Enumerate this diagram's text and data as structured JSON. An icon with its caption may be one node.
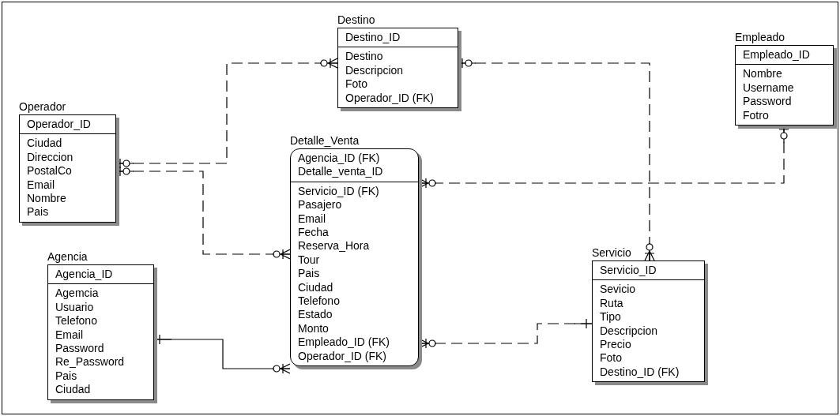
{
  "diagram": {
    "nodes": [
      {
        "text": [
          "Destino",
          "Destino_ID",
          "Destino",
          "Descripcion",
          "Foto",
          "Operador_ID (FK)"
        ]
      },
      {
        "text": [
          "Empleado",
          "Empleado_ID",
          "Nombre",
          "Username",
          "Password",
          "Fotro"
        ]
      },
      {
        "text": [
          "Operador",
          "Operador_ID",
          "Ciudad",
          "Direccion",
          "PostalCo",
          "Email",
          "Nombre",
          "Pais"
        ]
      },
      {
        "text": [
          "Detalle_Venta",
          "Agencia_ID (FK)",
          "Detalle_venta_ID",
          "Servicio_ID (FK)",
          "Pasajero",
          "Email",
          "Fecha",
          "Reserva_Hora",
          "Tour",
          "Pais",
          "Ciudad",
          "Telefono",
          "Estado",
          "Monto",
          "Empleado_ID (FK)",
          "Operador_ID (FK)"
        ]
      },
      {
        "text": [
          "Agencia",
          "Agencia_ID",
          "Agemcia",
          "Usuario",
          "Telefono",
          "Email",
          "Password",
          "Re_Password",
          "Pais",
          "Ciudad"
        ]
      },
      {
        "text": [
          "Servicio",
          "Servicio_ID",
          "Sevicio",
          "Ruta",
          "Tipo",
          "Descripcion",
          "Precio",
          "Foto",
          "Destino_ID (FK)"
        ]
      }
    ],
    "edges": [
      {
        "from": 2,
        "to": 0,
        "arrow": "other",
        "style": "dashed"
      },
      {
        "from": 2,
        "to": 3,
        "arrow": "other",
        "style": "dashed"
      },
      {
        "from": 0,
        "to": 5,
        "arrow": "other",
        "style": "dashed"
      },
      {
        "from": 1,
        "to": 3,
        "arrow": "other",
        "style": "dashed"
      },
      {
        "from": 4,
        "to": 3,
        "arrow": "other"
      },
      {
        "from": 5,
        "to": 3,
        "arrow": "other",
        "style": "dashed"
      }
    ]
  }
}
